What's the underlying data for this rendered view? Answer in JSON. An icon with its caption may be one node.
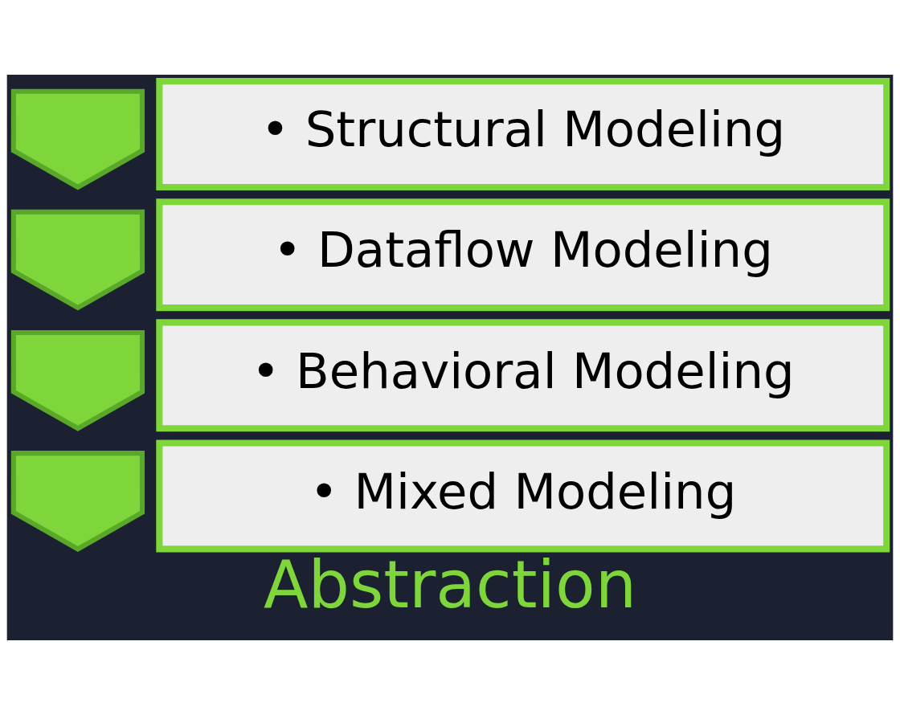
{
  "diagram": {
    "title": "Abstraction",
    "nodes": [
      {
        "text": [],
        "shape": "chevron"
      },
      {
        "text": [
          "• Structural Modeling"
        ]
      },
      {
        "text": [],
        "shape": "chevron"
      },
      {
        "text": [
          "• Dataflow Modeling"
        ]
      },
      {
        "text": [],
        "shape": "chevron"
      },
      {
        "text": [
          "• Behavioral Modeling"
        ]
      },
      {
        "text": [],
        "shape": "chevron"
      },
      {
        "text": [
          "• Mixed Modeling"
        ]
      }
    ],
    "edges": []
  }
}
